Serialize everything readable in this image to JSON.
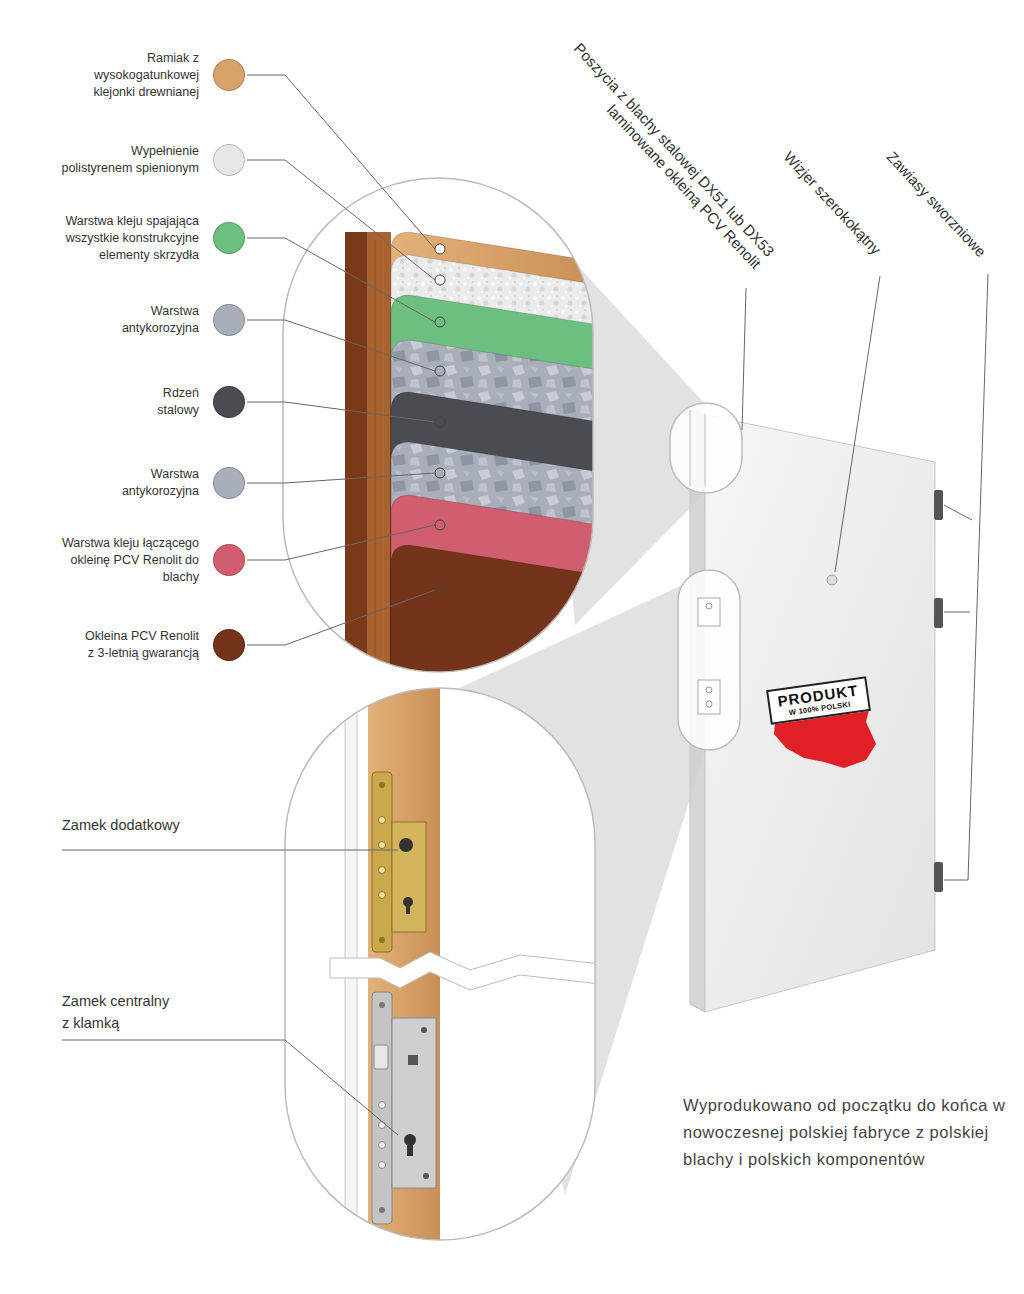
{
  "diagram": {
    "nodes": [
      {
        "text": [
          "PRODUKT",
          "W 100% POLSKI"
        ]
      }
    ],
    "labels": [
      "Poszycia z blachy stalowej DX51 lub DX53 laminowane okleiną PCV Renolit",
      "Wizjer szerokokątny",
      "Zawiasy sworzniowe",
      "Zamek dodatkowy",
      "Zamek centralny z klamką",
      "Wyprodukowano od początku do końca w nowoczesnej polskiej fabryce z polskiej blachy i polskich komponentów"
    ],
    "legend": [
      {
        "text": "Ramiak z wysokogatunkowej klejonki drewnianej",
        "color": "#d6a36b"
      },
      {
        "text": "Wypełnienie polistyrenem spienionym",
        "color": "#e6e6e6"
      },
      {
        "text": "Warstwa kleju spajająca wszystkie konstrukcyjne elementy skrzydła",
        "color": "#6dbf80"
      },
      {
        "text": "Warstwa antykorozyjna",
        "color": "#a9aebb"
      },
      {
        "text": "Rdzeń stalowy",
        "color": "#4b4c51"
      },
      {
        "text": "Warstwa antykorozyjna",
        "color": "#a9aebb"
      },
      {
        "text": "Warstwa kleju łączącego okleinę PCV Renolit do blachy",
        "color": "#d05e6f"
      },
      {
        "text": "Okleina PCV Renolit z 3-letnią gwarancją",
        "color": "#74341a"
      }
    ]
  }
}
